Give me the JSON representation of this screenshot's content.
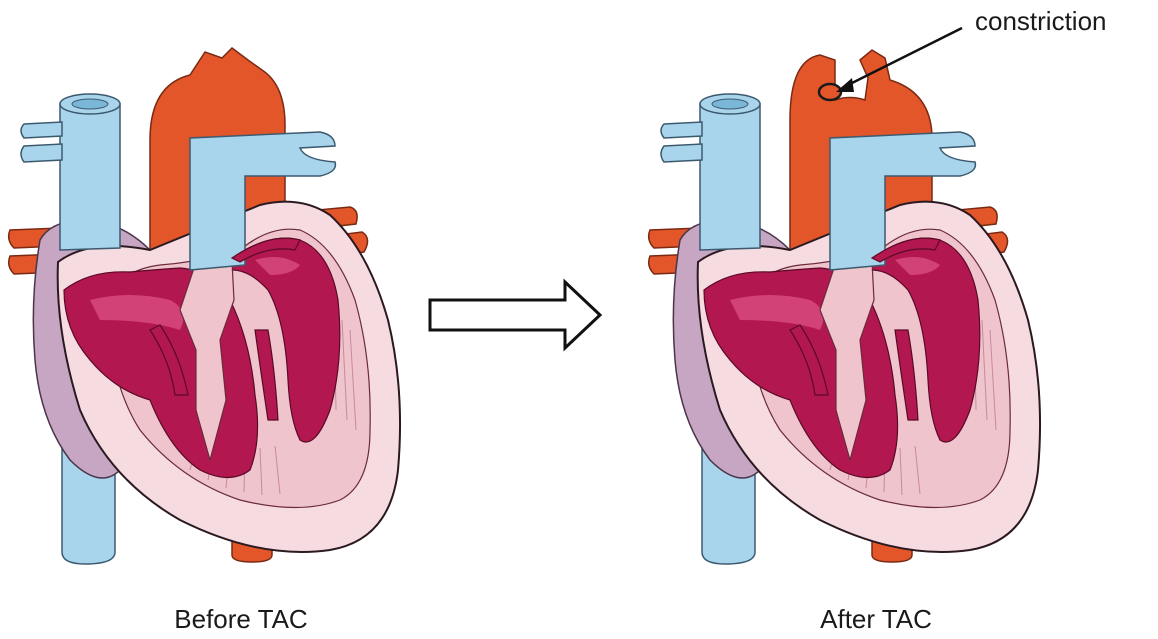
{
  "labels": {
    "before": "Before TAC",
    "after": "After TAC",
    "constriction": "constriction"
  },
  "colors": {
    "vein": "#a8d4ec",
    "vein_outline": "#3c5a6e",
    "artery": "#e2562a",
    "artery_outline": "#7a2a12",
    "atrium": "#c7a6c4",
    "wall": "#f6dbe1",
    "muscle": "#efc4cd",
    "chamber": "#b3174f",
    "chamber_light": "#d24277",
    "outline": "#2a1a20"
  }
}
